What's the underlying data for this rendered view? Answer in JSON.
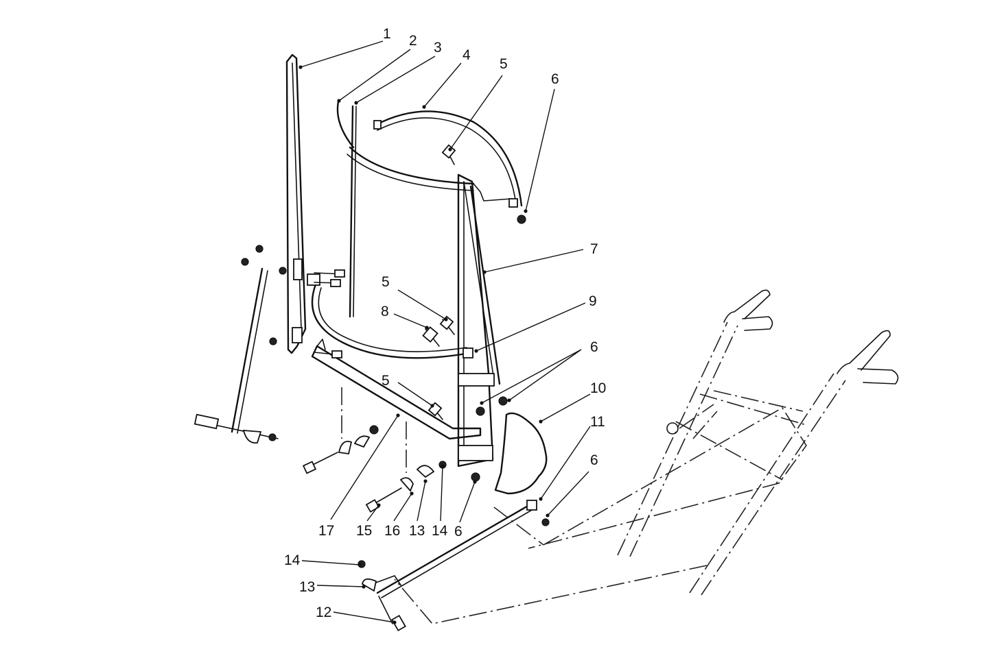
{
  "callouts": [
    {
      "id": "c1",
      "text": "1"
    },
    {
      "id": "c2",
      "text": "2"
    },
    {
      "id": "c3",
      "text": "3"
    },
    {
      "id": "c4",
      "text": "4"
    },
    {
      "id": "c5a",
      "text": "5"
    },
    {
      "id": "c6a",
      "text": "6"
    },
    {
      "id": "c7",
      "text": "7"
    },
    {
      "id": "c5b",
      "text": "5"
    },
    {
      "id": "c9",
      "text": "9"
    },
    {
      "id": "c8",
      "text": "8"
    },
    {
      "id": "c6b",
      "text": "6"
    },
    {
      "id": "c5c",
      "text": "5"
    },
    {
      "id": "c10",
      "text": "10"
    },
    {
      "id": "c11",
      "text": "11"
    },
    {
      "id": "c6c",
      "text": "6"
    },
    {
      "id": "c17",
      "text": "17"
    },
    {
      "id": "c15",
      "text": "15"
    },
    {
      "id": "c16",
      "text": "16"
    },
    {
      "id": "c13a",
      "text": "13"
    },
    {
      "id": "c14a",
      "text": "14"
    },
    {
      "id": "c6d",
      "text": "6"
    },
    {
      "id": "c14b",
      "text": "14"
    },
    {
      "id": "c13b",
      "text": "13"
    },
    {
      "id": "c12",
      "text": "12"
    }
  ]
}
